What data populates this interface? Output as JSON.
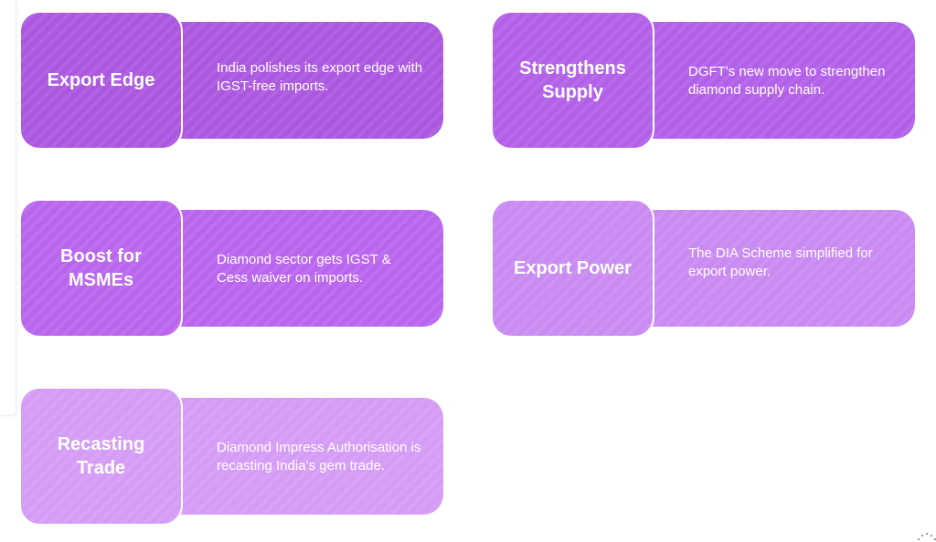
{
  "cards": [
    {
      "title": "Export Edge",
      "description": "India polishes its export edge with IGST-free imports.",
      "color": "#ab57e0"
    },
    {
      "title": "Strengthens Supply",
      "description": "DGFT's new move to strengthen diamond supply chain.",
      "color": "#b260e8"
    },
    {
      "title": "Boost for MSMEs",
      "description": "Diamond sector gets IGST & Cess waiver on imports.",
      "color": "#b965ee"
    },
    {
      "title": "Export Power",
      "description": "The DIA Scheme simplified for export power.",
      "color": "#c98af2"
    },
    {
      "title": "Recasting Trade",
      "description": "Diamond Impress Authorisation is recasting India’s gem trade.",
      "color": "#d59cf6"
    }
  ]
}
